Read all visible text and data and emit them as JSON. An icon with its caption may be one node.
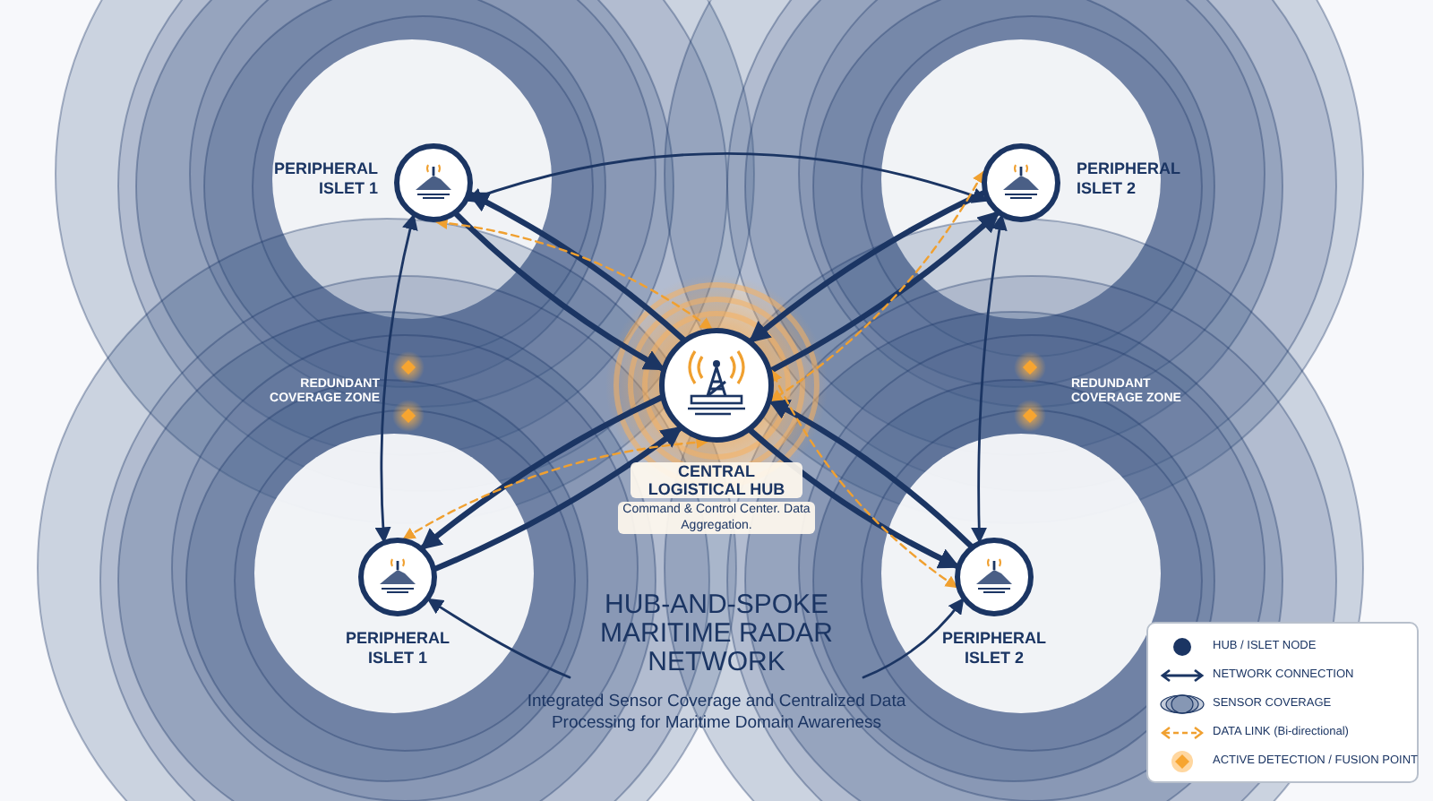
{
  "diagram": {
    "title": "HUB-AND-SPOKE MARITIME RADAR NETWORK",
    "caption": "Integrated Sensor Coverage and Centralized Data Processing for Maritime Domain Awareness",
    "nodes": [
      {
        "text": [
          "PERIPHERAL ISLET 1"
        ]
      },
      {
        "text": [
          "PERIPHERAL ISLET 2"
        ]
      },
      {
        "text": [
          "CENTRAL LOGISTICAL HUB",
          "Command & Control Center. Data Aggregation."
        ]
      },
      {
        "text": [
          "PERIPHERAL ISLET 1"
        ]
      },
      {
        "text": [
          "PERIPHERAL ISLET 2"
        ]
      }
    ],
    "edges": [
      {
        "from": 0,
        "to": 2,
        "arrow": "to",
        "style": "thick"
      },
      {
        "from": 2,
        "to": 0,
        "arrow": "to",
        "style": "thick"
      },
      {
        "from": 1,
        "to": 2,
        "arrow": "to",
        "style": "thick"
      },
      {
        "from": 2,
        "to": 1,
        "arrow": "to",
        "style": "thick"
      },
      {
        "from": 3,
        "to": 2,
        "arrow": "to",
        "style": "thick"
      },
      {
        "from": 2,
        "to": 3,
        "arrow": "to",
        "style": "thick"
      },
      {
        "from": 4,
        "to": 2,
        "arrow": "to",
        "style": "thick"
      },
      {
        "from": 2,
        "to": 4,
        "arrow": "to",
        "style": "thick"
      },
      {
        "from": 0,
        "to": 1,
        "arrow": "both"
      },
      {
        "from": 0,
        "to": 3,
        "arrow": "both"
      },
      {
        "from": 1,
        "to": 4,
        "arrow": "both"
      },
      {
        "from": 0,
        "to": 2,
        "arrow": "both",
        "style": "dashed",
        "color": "#f0a030"
      },
      {
        "from": 1,
        "to": 2,
        "arrow": "both",
        "style": "dashed",
        "color": "#f0a030"
      },
      {
        "from": 3,
        "to": 2,
        "arrow": "both",
        "style": "dashed",
        "color": "#f0a030"
      },
      {
        "from": 4,
        "to": 2,
        "arrow": "both",
        "style": "dashed",
        "color": "#f0a030"
      },
      {
        "from": null,
        "to": 3,
        "arrow": "to"
      },
      {
        "from": null,
        "to": 4,
        "arrow": "to"
      }
    ],
    "labels": [
      "REDUNDANT COVERAGE ZONE",
      "REDUNDANT COVERAGE ZONE"
    ],
    "legend": [
      {
        "text": "HUB / ISLET NODE",
        "color": "#1b3563"
      },
      {
        "text": "NETWORK CONNECTION"
      },
      {
        "text": "SENSOR COVERAGE"
      },
      {
        "text": "DATA LINK (Bi-directional)"
      },
      {
        "text": "ACTIVE DETECTION / FUSION POINT"
      }
    ]
  }
}
